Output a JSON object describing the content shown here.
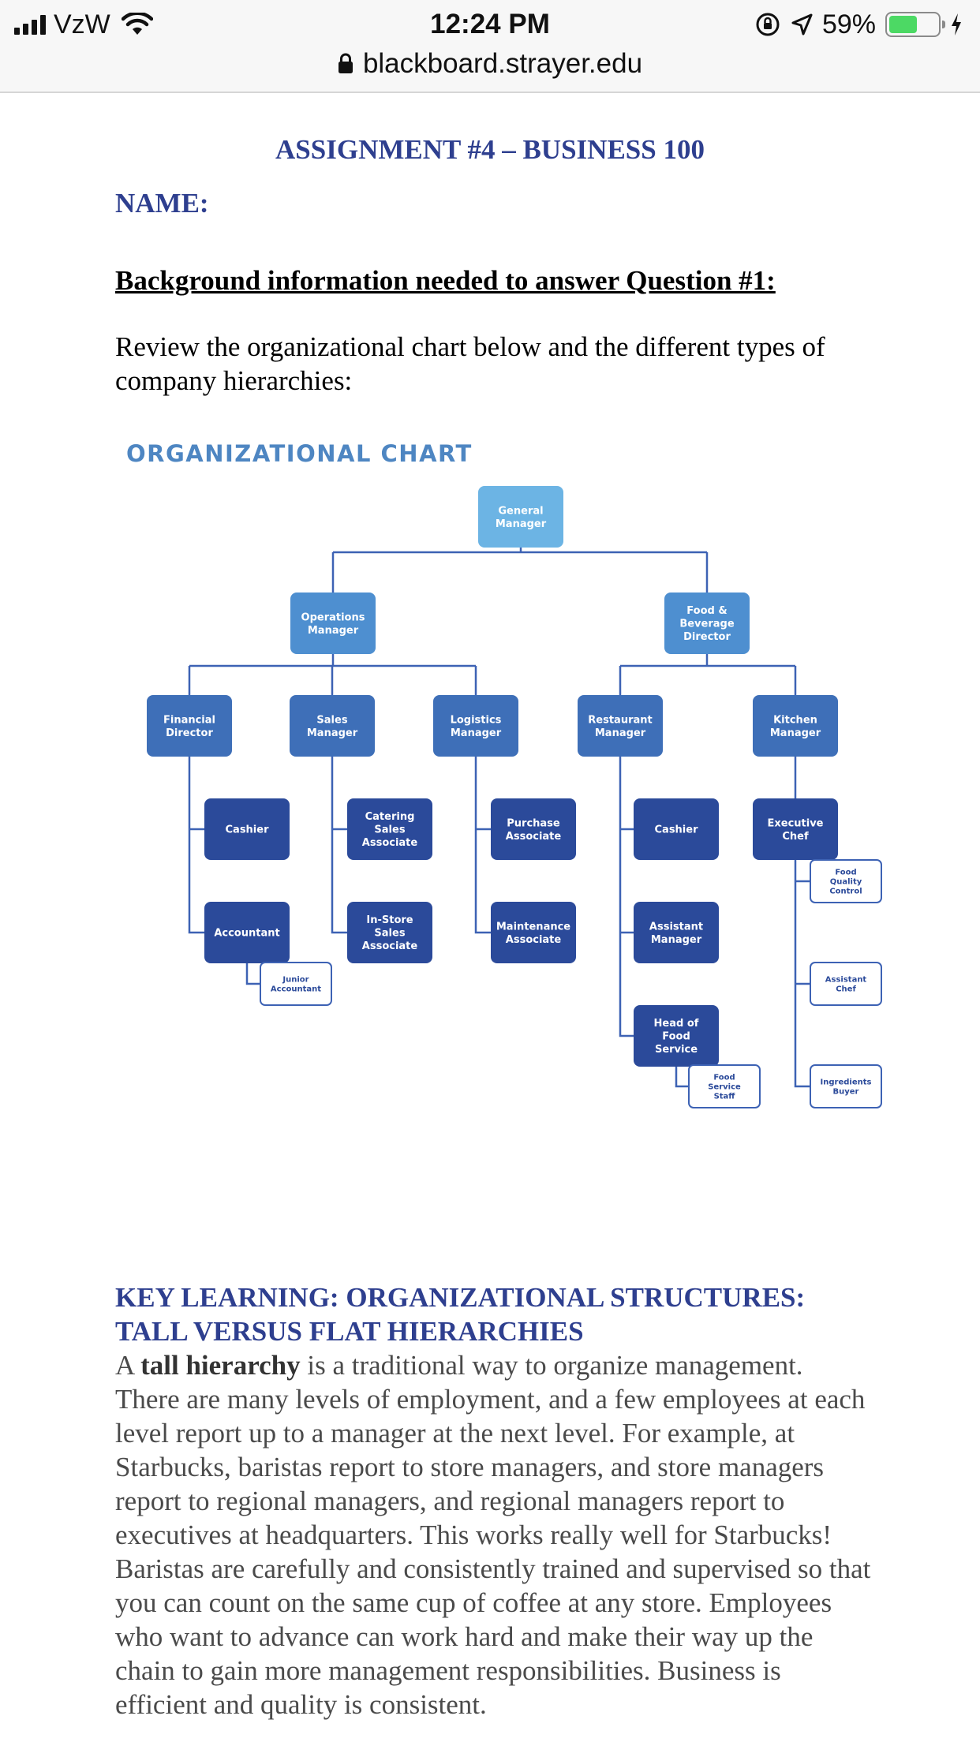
{
  "status_bar": {
    "carrier": "VzW",
    "time": "12:24 PM",
    "battery": "59%",
    "battery_level": 0.59
  },
  "browser": {
    "url": "blackboard.strayer.edu"
  },
  "document": {
    "title": "ASSIGNMENT #4 – BUSINESS 100",
    "name_label": "NAME:",
    "background_heading": "Background information needed to answer Question #1:",
    "review_text": "Review the organizational chart below and the different types of company hierarchies:",
    "chart_title": "ORGANIZATIONAL CHART",
    "org_chart": {
      "general_manager": "General Manager",
      "operations_manager": "Operations Manager",
      "food_beverage_director": "Food & Beverage Director",
      "financial_director": "Financial Director",
      "sales_manager": "Sales Manager",
      "logistics_manager": "Logistics Manager",
      "restaurant_manager": "Restaurant Manager",
      "kitchen_manager": "Kitchen Manager",
      "cashier_fin": "Cashier",
      "catering_sales_associate": "Catering Sales Associate",
      "purchase_associate": "Purchase Associate",
      "cashier_rest": "Cashier",
      "executive_chef": "Executive Chef",
      "accountant": "Accountant",
      "in_store_sales_associate": "In-Store Sales Associate",
      "maintenance_associate": "Maintenance Associate",
      "assistant_manager": "Assistant Manager",
      "head_of_food_service": "Head of Food Service",
      "junior_accountant": "Junior Accountant",
      "food_service_staff": "Food Service Staff",
      "food_quality_control": "Food Quality Control",
      "assistant_chef": "Assistant Chef",
      "ingredients_buyer": "Ingredients Buyer"
    },
    "key_learning_heading": "KEY LEARNING: ORGANIZATIONAL STRUCTURES: TALL VERSUS FLAT HIERARCHIES",
    "key_body_prefix": "A ",
    "key_body_bold": "tall hierarchy",
    "key_body_rest": " is a traditional way to organize management. There are many levels of employment, and a few employees at each level report up to a manager at the next level. For example, at Starbucks, baristas report to store managers, and store managers report to regional managers, and regional managers report to executives at headquarters. This works really well for Starbucks! Baristas are carefully and consistently trained and supervised so that you can count on the same cup of coffee at any store. Employees who want to advance can work hard and make their way up the chain to gain more management responsibilities. Business is efficient and quality is consistent."
  },
  "colors": {
    "heading_navy": "#2e3f8f",
    "box_light": "#6cb4e4",
    "box_mid": "#4e8fd0",
    "box_level2": "#3e6fb8",
    "box_dark": "#2b4a9a",
    "line": "#3d62b4"
  }
}
